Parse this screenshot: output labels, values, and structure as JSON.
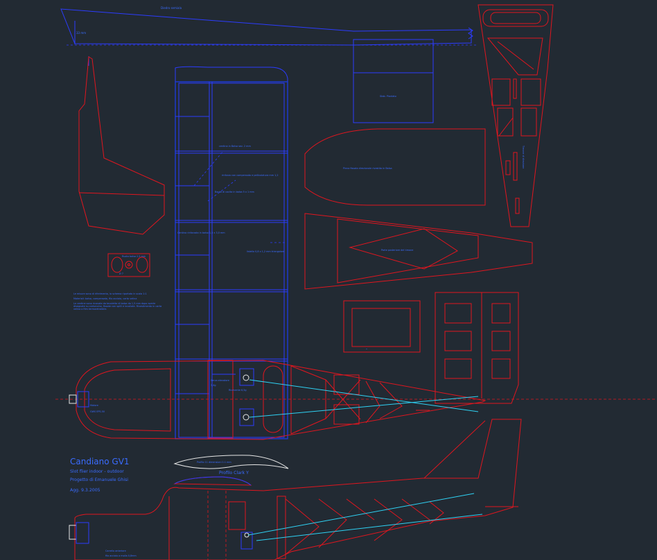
{
  "top_view_label": "Diedro semiala",
  "dihedral_value": "33 mm",
  "title_block": {
    "model_name": "Candiano GV1",
    "subtitle": "Slot flier indoor - outdoor",
    "author": "Progetto di Emanuele Ghisi",
    "update": "Agg. 9.3.2005"
  },
  "airfoil_label": "Profilo Clark Y",
  "airfoil_inner_label": "Profilo 11 dimensioni 1:1 mm",
  "notes": {
    "stab_label": "Stab. Piantato",
    "fin_label": "Pinna fissata direzionale rivestita in Balsa",
    "elevator_label": "Parte posteriore del timone",
    "rudder_label": "Timone di direzione",
    "spar_label": "centina in Balsa sez. 2 mm",
    "leading_label": "rinforzo con compensato e pellicolatura mm 1,2",
    "trailing_label": "Bordo di uscita in balsa 5 x 1 mm",
    "rib_label": "Centina rinforzata in balsa 1,5 x 3,0 mm",
    "strip_label": "listello 0,8 x 1,2 mm triangolare",
    "wheel_label": "Ruota balsa 2,5 mm",
    "wheel_sub": "Ø 7",
    "servo_label": "Servo elevatore",
    "servo_sub": "3,4g",
    "receiver_label": "Ricevente 6,5g",
    "motor_label": "Motore",
    "motor_sub": "GWS EPS-50",
    "bottom_note_1": "Carrello anteriore",
    "bottom_note_2": "filo acciaio a molla 0,8mm",
    "red_note_1": "Le misure sono di riferimento, lo schema riportato in scala 1:1",
    "red_note_2": "Materiali: balsa, compensato, filo acciaio, carta velina",
    "blue_note": "Le centine sono ricavate da tavoletta di balsa da 1,5 mm dopo averle disegnate su cartoncino, fissate con spilli e incollate. Rivestimento in carta velina o film termoretraibile."
  },
  "colors": {
    "background": "#222a33",
    "red_line": "#e0161f",
    "blue_line": "#2c3cff",
    "cyan_line": "#2fd3f5",
    "white_line": "#e8e8e8",
    "label_blue": "#3a6cff"
  }
}
